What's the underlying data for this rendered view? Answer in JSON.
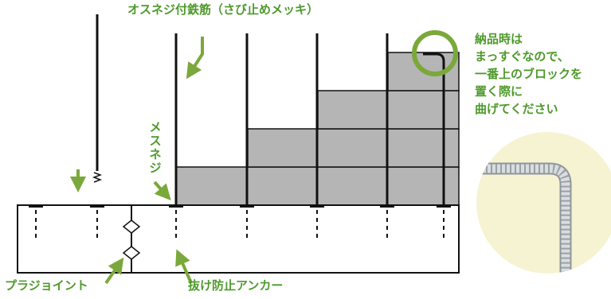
{
  "labels": {
    "top_rebar": "オスネジ付鉄筋（さび止めメッキ）",
    "note_lines": [
      "納品時は",
      "まっすぐなので、",
      "一番上のブロックを",
      "置く際に",
      "曲げてください"
    ],
    "female_thread": "メスネジ",
    "plastic_joint": "プラジョイント",
    "anchor": "抜け防止アンカー"
  },
  "colors": {
    "label_green": "#4e9a2c",
    "arrow_green": "#7aa83a",
    "block_gray": "#b5b5b5",
    "line_black": "#111111",
    "zoom_background": "#f6f3d2",
    "rebar_silver": "#d9dde0"
  }
}
